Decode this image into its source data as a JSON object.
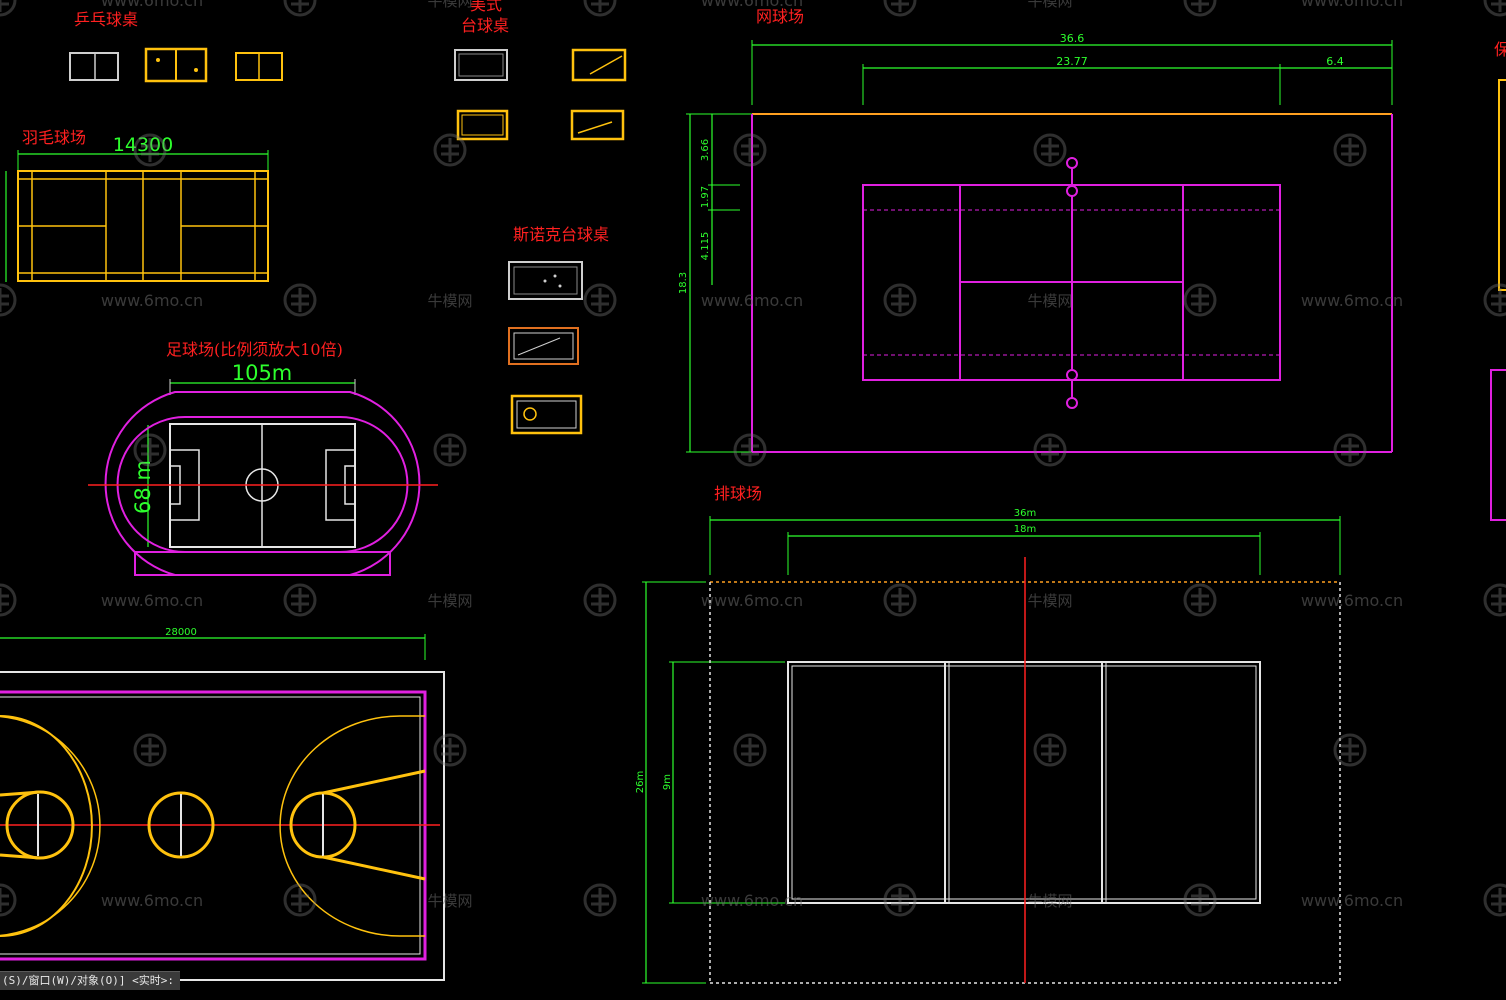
{
  "labels": {
    "table_tennis": "乒乓球桌",
    "american_pool": "美式",
    "american_pool_2": "台球桌",
    "snooker": "斯诺克台球桌",
    "badminton": "羽毛球场",
    "tennis": "网球场",
    "football": "足球场(比例须放大10倍)",
    "volleyball": "排球场",
    "right_edge": "保"
  },
  "dimensions": {
    "badminton_width": "14300",
    "football_length": "105m",
    "football_width": "68 m",
    "tennis_total": "36.6",
    "tennis_inner": "23.77",
    "tennis_side": "6.4",
    "tennis_v1": "3.66",
    "tennis_v2": "1.97",
    "tennis_v3": "4.115",
    "tennis_height": "18.3",
    "volley_total": "36m",
    "volley_inner": "18m",
    "volley_height_total": "26m",
    "volley_height_inner": "9m",
    "basketball_width": "28000"
  },
  "watermark": {
    "url": "www.6mo.cn",
    "cn": "牛模网"
  },
  "command_line": "(S)/窗口(W)/对象(O)] <实时>:",
  "colors": {
    "background": "#000000",
    "yellow": "#ffc20e",
    "magenta": "#e020e0",
    "green": "#2dff2d",
    "red": "#ff2020",
    "white": "#e6e6e6"
  }
}
